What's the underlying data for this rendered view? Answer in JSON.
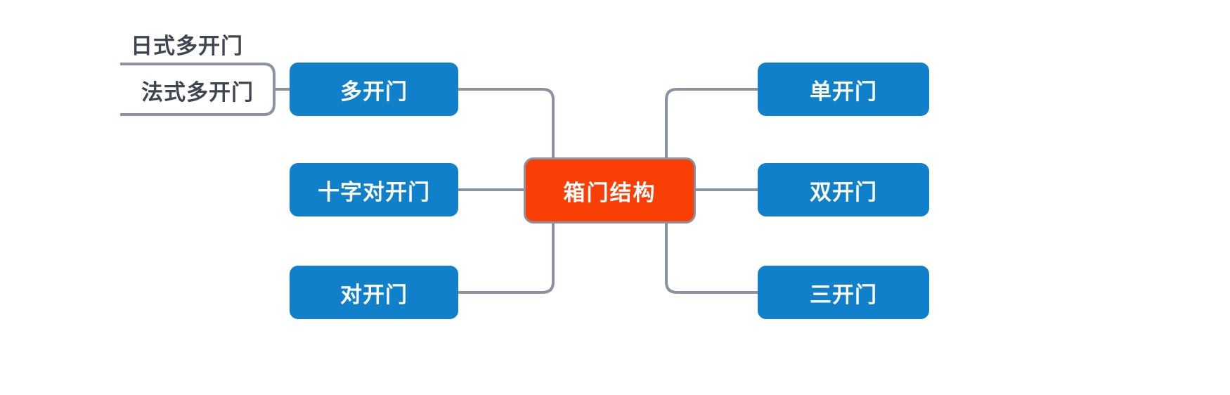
{
  "diagram": {
    "type": "mindmap",
    "root": {
      "label": "箱门结构",
      "color": "#f93e06"
    },
    "branch_color": "#0f80c9",
    "connector_color": "#8a93a0",
    "text_color": "#3e4651",
    "left_branches": [
      {
        "label": "多开门"
      },
      {
        "label": "十字对开门"
      },
      {
        "label": "对开门"
      }
    ],
    "right_branches": [
      {
        "label": "单开门"
      },
      {
        "label": "双开门"
      },
      {
        "label": "三开门"
      }
    ],
    "leaf_labels": [
      {
        "label": "日式多开门",
        "boxed": false
      },
      {
        "label": "法式多开门",
        "boxed": true
      }
    ]
  }
}
